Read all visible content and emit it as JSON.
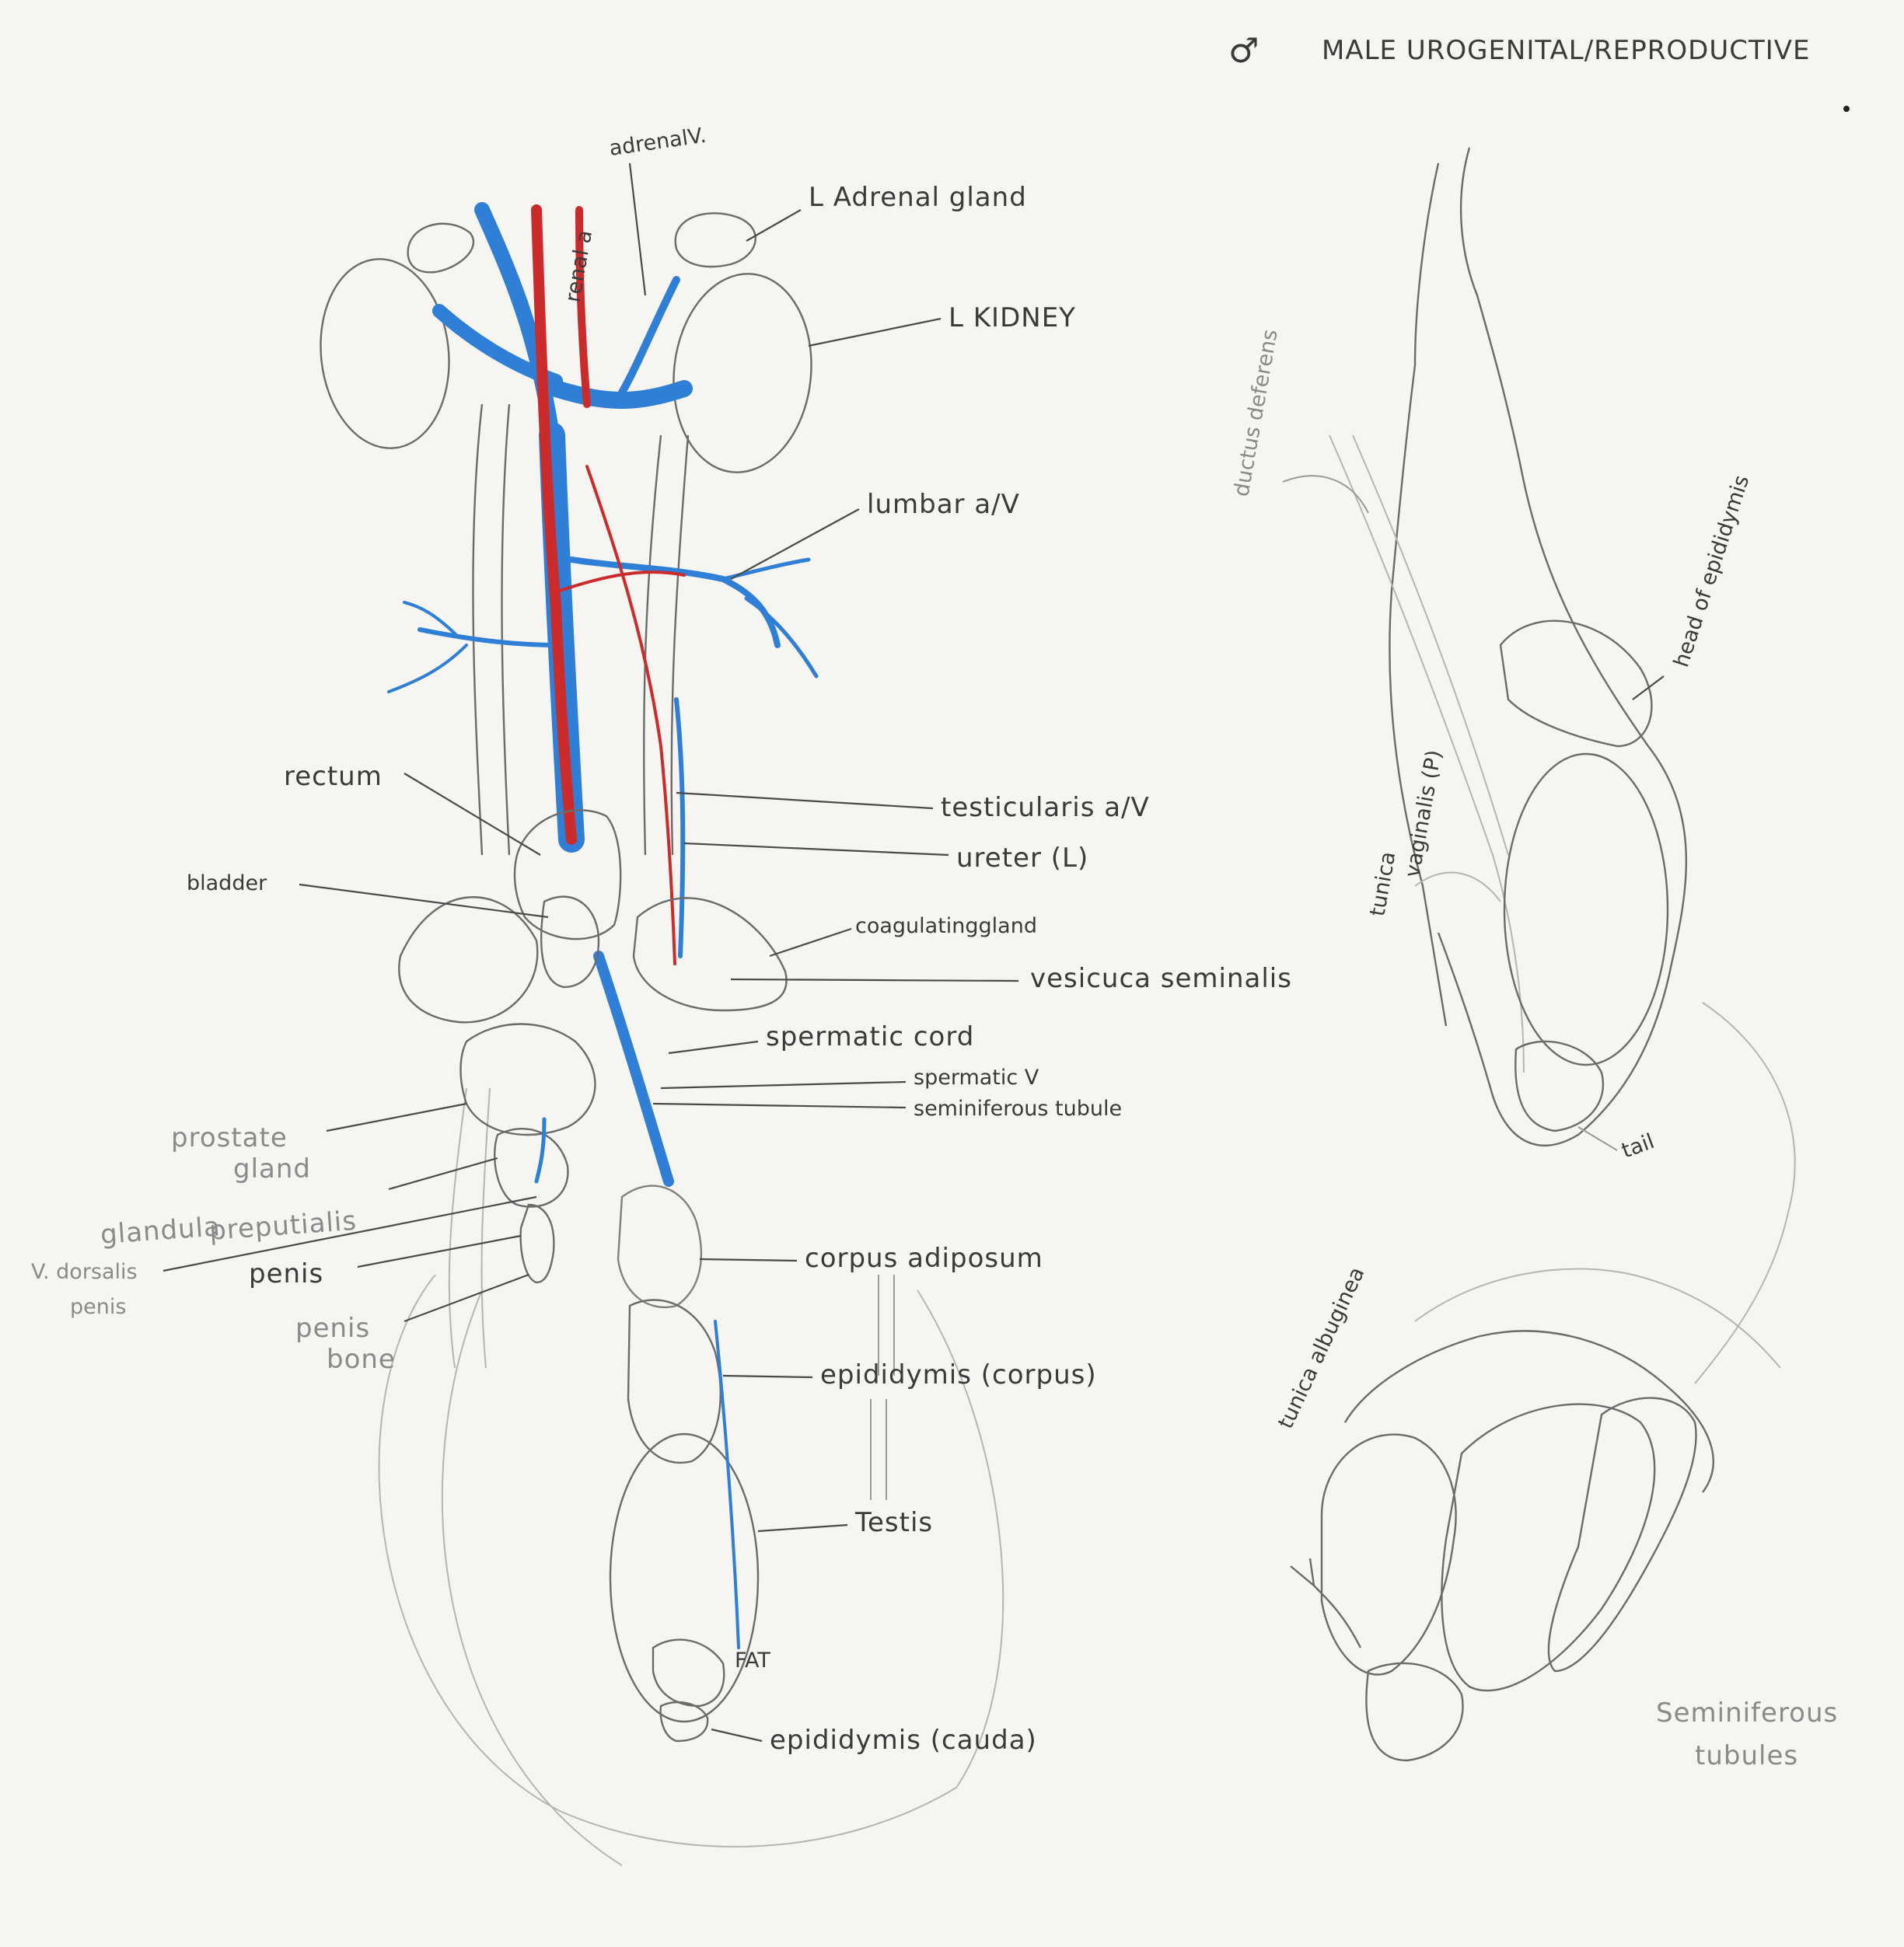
{
  "title": "MALE UROGENITAL/REPRODUCTIVE",
  "symbol": "♂",
  "colors": {
    "vein": "#2f7fd6",
    "artery": "#cc2b2b",
    "kidney": "#e8b3ab",
    "fat": "#e9b13a",
    "corpus_adiposum": "#d9df7a",
    "testis": "#f2cfcf"
  },
  "labels": {
    "adrenal_v": "adrenalV.",
    "renal_a": "renal a",
    "l_adrenal_gland": "L Adrenal gland",
    "l_kidney": "L KIDNEY",
    "lumbar_av": "lumbar a/V",
    "rectum": "rectum",
    "testicularis_av": "testicularis a/V",
    "ureter_l": "ureter (L)",
    "bladder": "bladder",
    "coagulating_gland": "coagulatinggland",
    "vesicula_seminalis": "vesicuca seminalis",
    "spermatic_cord": "spermatic cord",
    "spermatic_v": "spermatic V",
    "seminiferous_tubule": "seminiferous tubule",
    "prostate_gland_1": "prostate",
    "prostate_gland_2": "gland",
    "glandula_1": "glandula",
    "glandula_2": "preputialis",
    "v_dorsalis_1": "V. dorsalis",
    "v_dorsalis_2": "penis",
    "penis": "penis",
    "penis_bone_1": "penis",
    "penis_bone_2": "bone",
    "corpus_adiposum": "corpus adiposum",
    "epididymis_corpus": "epididymis (corpus)",
    "testis": "Testis",
    "fat": "FAT",
    "epididymis_cauda": "epididymis (cauda)",
    "ductus_deferens": "ductus deferens",
    "head_of_epididymis": "head of epididymis",
    "tunica_vaginalis_1": "tunica",
    "tunica_vaginalis_2": "vaginalis (P)",
    "tail": "tail",
    "tunica_albuginea": "tunica albuginea",
    "seminiferous_tubules_1": "Seminiferous",
    "seminiferous_tubules_2": "tubules"
  }
}
